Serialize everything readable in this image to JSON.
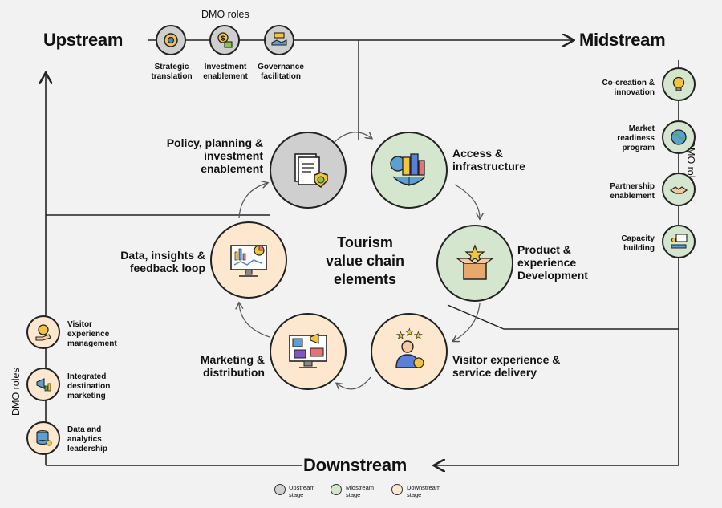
{
  "stages": {
    "upstream": "Upstream",
    "midstream": "Midstream",
    "downstream": "Downstream"
  },
  "dmo_roles_label": "DMO roles",
  "upstream_roles": [
    {
      "label": "Strategic translation",
      "icon": "gear-chess-icon"
    },
    {
      "label": "Investment enablement",
      "icon": "money-bag-icon"
    },
    {
      "label": "Governance facilitation",
      "icon": "handshake-building-icon"
    }
  ],
  "midstream_roles": [
    {
      "label": "Co-creation & innovation",
      "icon": "lightbulb-hands-icon"
    },
    {
      "label": "Market readiness program",
      "icon": "globe-chart-icon"
    },
    {
      "label": "Partnership enablement",
      "icon": "handshake-icon"
    },
    {
      "label": "Capacity building",
      "icon": "presentation-icon"
    }
  ],
  "downstream_roles": [
    {
      "label": "Visitor experience management",
      "icon": "gear-hand-icon"
    },
    {
      "label": "Integrated destination marketing",
      "icon": "megaphone-chart-icon"
    },
    {
      "label": "Data and analytics leadership",
      "icon": "database-icon"
    }
  ],
  "center": {
    "line1": "Tourism",
    "line2": "value chain",
    "line3": "elements"
  },
  "elements": [
    {
      "label_line1": "Policy, planning &",
      "label_line2": "investment",
      "label_line3": "enablement",
      "icon": "document-shield-icon",
      "stage": "upstream"
    },
    {
      "label_line1": "Access &",
      "label_line2": "infrastructure",
      "icon": "city-globe-icon",
      "stage": "midstream"
    },
    {
      "label_line1": "Product &",
      "label_line2": "experience",
      "label_line3": "Development",
      "icon": "open-box-icon",
      "stage": "midstream"
    },
    {
      "label_line1": "Visitor experience &",
      "label_line2": "service delivery",
      "icon": "person-stars-icon",
      "stage": "downstream"
    },
    {
      "label_line1": "Marketing &",
      "label_line2": "distribution",
      "icon": "monitor-megaphone-icon",
      "stage": "downstream"
    },
    {
      "label_line1": "Data, insights &",
      "label_line2": "feedback loop",
      "icon": "analytics-monitor-icon",
      "stage": "downstream"
    }
  ],
  "legend": [
    {
      "line1": "Upstream",
      "line2": "stage",
      "color": "#cfcfcf"
    },
    {
      "line1": "Midstream",
      "line2": "stage",
      "color": "#d5e6cf"
    },
    {
      "line1": "Downstream",
      "line2": "stage",
      "color": "#fde7cf"
    }
  ],
  "colors": {
    "upstream": "#cfcfcf",
    "midstream": "#d5e6cf",
    "downstream": "#fde7cf",
    "line": "#222222"
  }
}
